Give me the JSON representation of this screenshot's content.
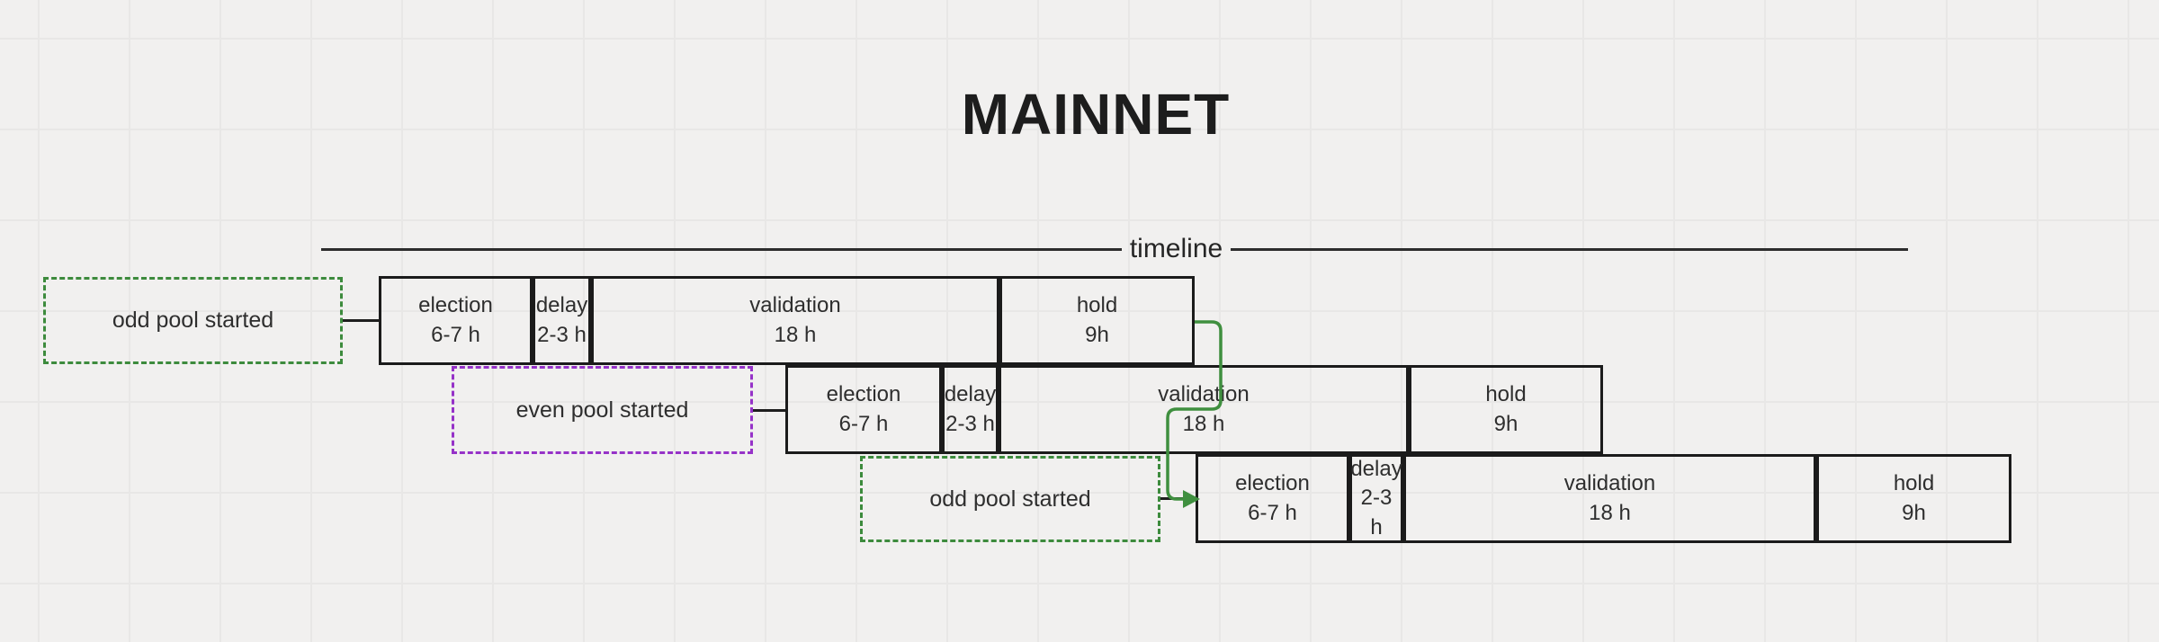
{
  "title": "MAINNET",
  "timeline_label": "timeline",
  "colors": {
    "background": "#f1f0ef",
    "grid_line": "#e8e7e6",
    "box_border": "#1b1b1b",
    "odd_pool_green": "#3d8b3d",
    "even_pool_purple": "#9632c8",
    "handoff_arrow_green": "#3f8f3f"
  },
  "rows": [
    {
      "start_label": "odd pool started",
      "start_style": "green-dashed",
      "phases": [
        {
          "name": "election",
          "duration": "6-7 h"
        },
        {
          "name": "delay",
          "duration": "2-3 h"
        },
        {
          "name": "validation",
          "duration": "18 h"
        },
        {
          "name": "hold",
          "duration": "9h"
        }
      ]
    },
    {
      "start_label": "even pool started",
      "start_style": "purple-dashed",
      "phases": [
        {
          "name": "election",
          "duration": "6-7 h"
        },
        {
          "name": "delay",
          "duration": "2-3 h"
        },
        {
          "name": "validation",
          "duration": "18 h"
        },
        {
          "name": "hold",
          "duration": "9h"
        }
      ]
    },
    {
      "start_label": "odd pool started",
      "start_style": "green-dashed",
      "phases": [
        {
          "name": "election",
          "duration": "6-7 h"
        },
        {
          "name": "delay",
          "duration": "2-3 h"
        },
        {
          "name": "validation",
          "duration": "18 h"
        },
        {
          "name": "hold",
          "duration": "9h"
        }
      ]
    }
  ]
}
